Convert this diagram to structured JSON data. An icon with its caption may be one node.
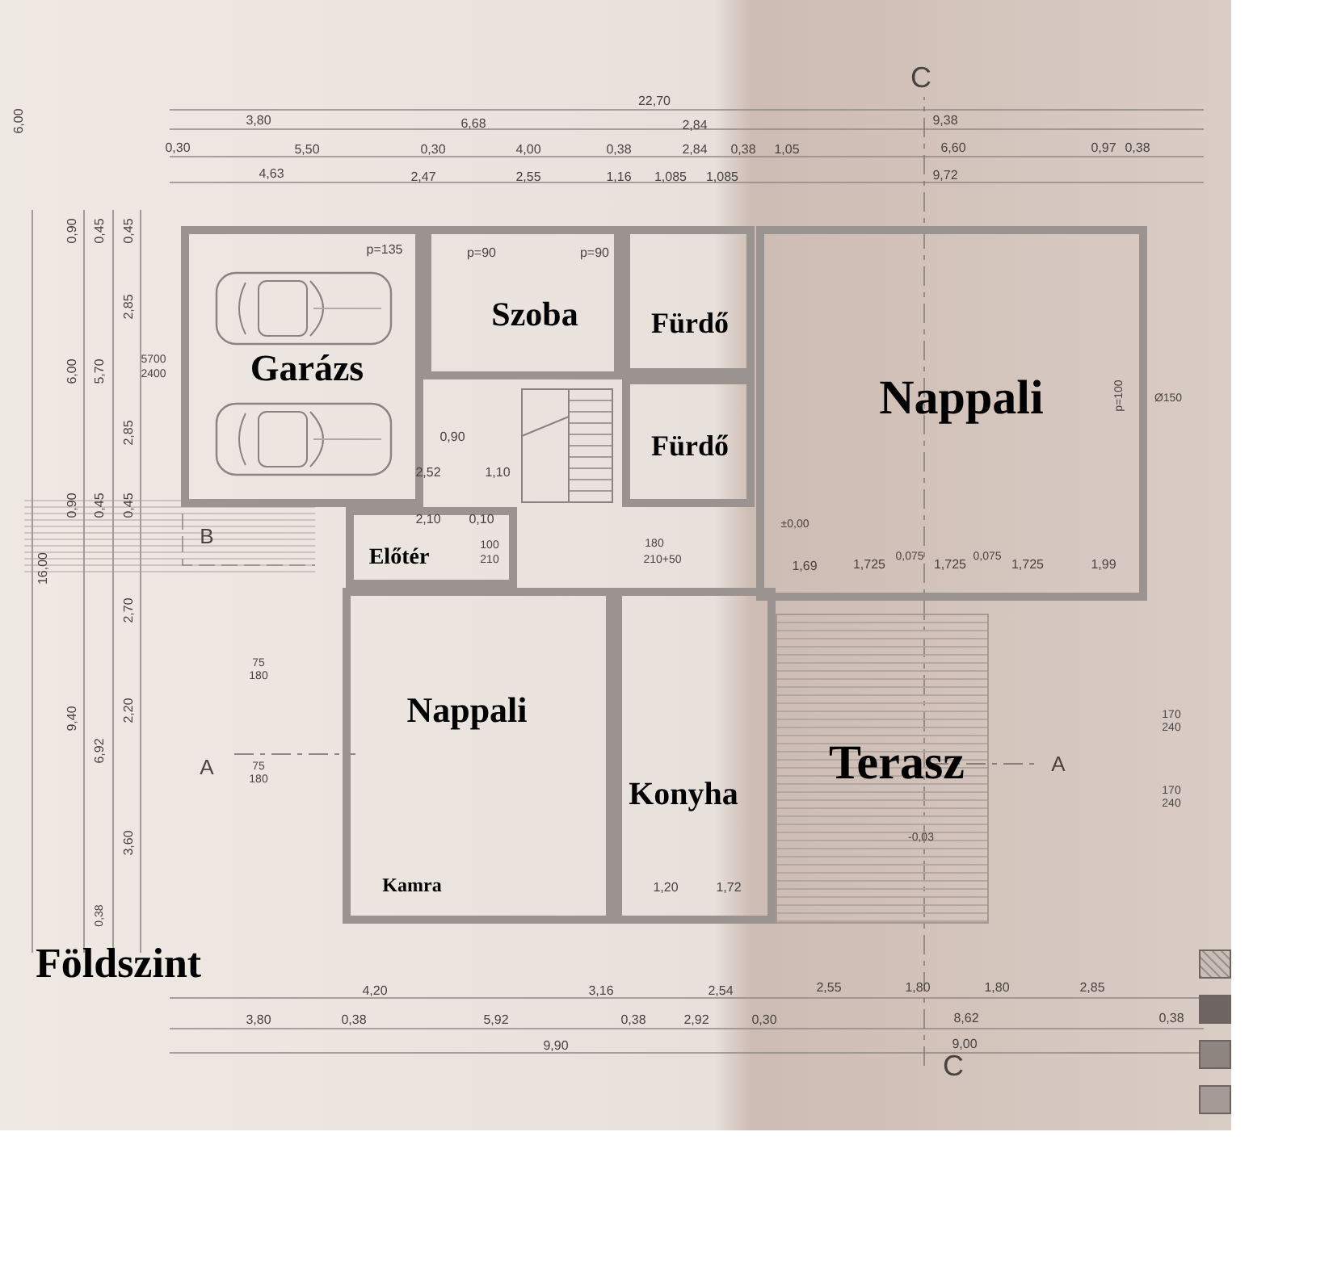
{
  "diagram": {
    "title": "Földszint",
    "nodes": [
      {
        "text": [
          "Garázs"
        ]
      },
      {
        "text": [
          "Szoba"
        ]
      },
      {
        "text": [
          "Fürdő"
        ]
      },
      {
        "text": [
          "Fürdő"
        ]
      },
      {
        "text": [
          "Nappali"
        ]
      },
      {
        "text": [
          "Előtér"
        ]
      },
      {
        "text": [
          "Nappali"
        ]
      },
      {
        "text": [
          "Kamra"
        ],
        "in": 6
      },
      {
        "text": [
          "Konyha"
        ]
      },
      {
        "text": [
          "Terasz"
        ]
      }
    ],
    "edges": [],
    "labels": [
      "C",
      "6,00",
      "22,70",
      "3,80",
      "6,68",
      "2,84",
      "9,38",
      "0,30",
      "5,50",
      "0,30",
      "4,00",
      "0,38",
      "2,84",
      "0,38",
      "1,05",
      "6,60",
      "0,97",
      "0,38",
      "4,63",
      "2,47",
      "2,55",
      "1,16",
      "1,085",
      "1,085",
      "9,72",
      "p=135",
      "p=90",
      "p=90",
      "0,90",
      "0,45",
      "0,45",
      "2,85",
      "6,00",
      "5,70",
      "5700",
      "2400",
      "2,85",
      "0,90",
      "2,52",
      "1,10",
      "0,90",
      "0,45",
      "0,45",
      "B",
      "2,10",
      "0,10",
      "100",
      "210",
      "180",
      "210+50",
      "±0,00",
      "p=100",
      "Ø150",
      "16,00",
      "1,69",
      "1,725",
      "0,075",
      "1,725",
      "0,075",
      "1,725",
      "1,99",
      "2,70",
      "75",
      "180",
      "9,40",
      "6,92",
      "2,20",
      "170",
      "240",
      "A",
      "75",
      "180",
      "A",
      "170",
      "240",
      "-0,03",
      "3,60",
      "1,20",
      "1,72",
      "0,38",
      "4,20",
      "3,16",
      "2,54",
      "2,55",
      "1,80",
      "1,80",
      "2,85",
      "3,80",
      "0,38",
      "5,92",
      "0,38",
      "2,92",
      "0,30",
      "8,62",
      "0,38",
      "9,90",
      "9,00",
      "C"
    ]
  }
}
